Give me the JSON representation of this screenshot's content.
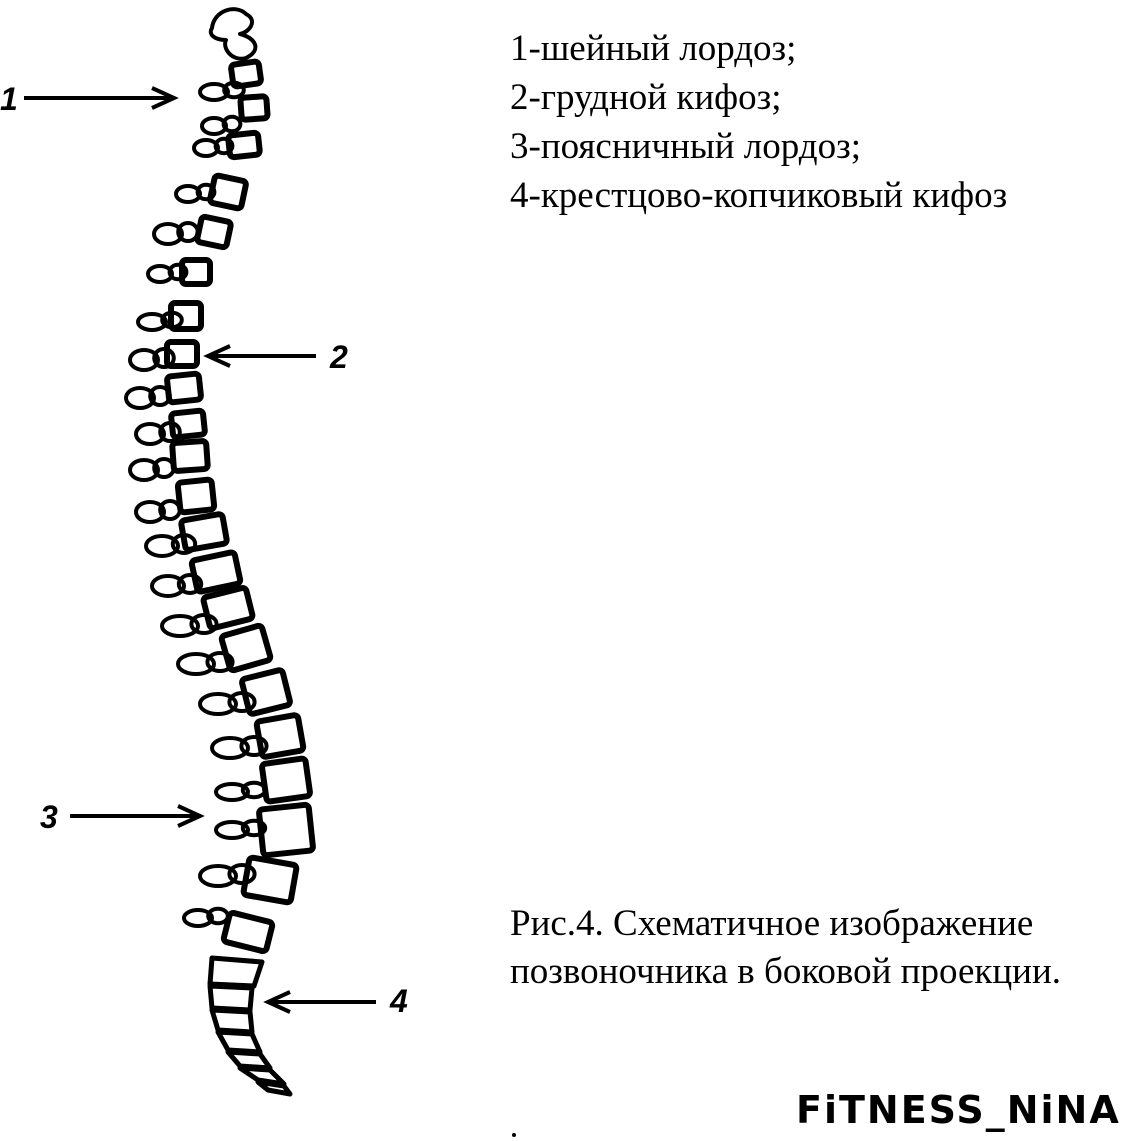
{
  "legend": {
    "items": [
      "1-шейный лордоз;",
      "2-грудной кифоз;",
      "3-поясничный лордоз;",
      "4-крестцово-копчиковый кифоз"
    ]
  },
  "markers": {
    "m1": "1",
    "m2": "2",
    "m3": "3",
    "m4": "4"
  },
  "caption": {
    "line1": "Рис.4. Схематичное изображение",
    "line2": "позвоночника в боковой проекции."
  },
  "watermark": "FiTNESS_NiNA"
}
